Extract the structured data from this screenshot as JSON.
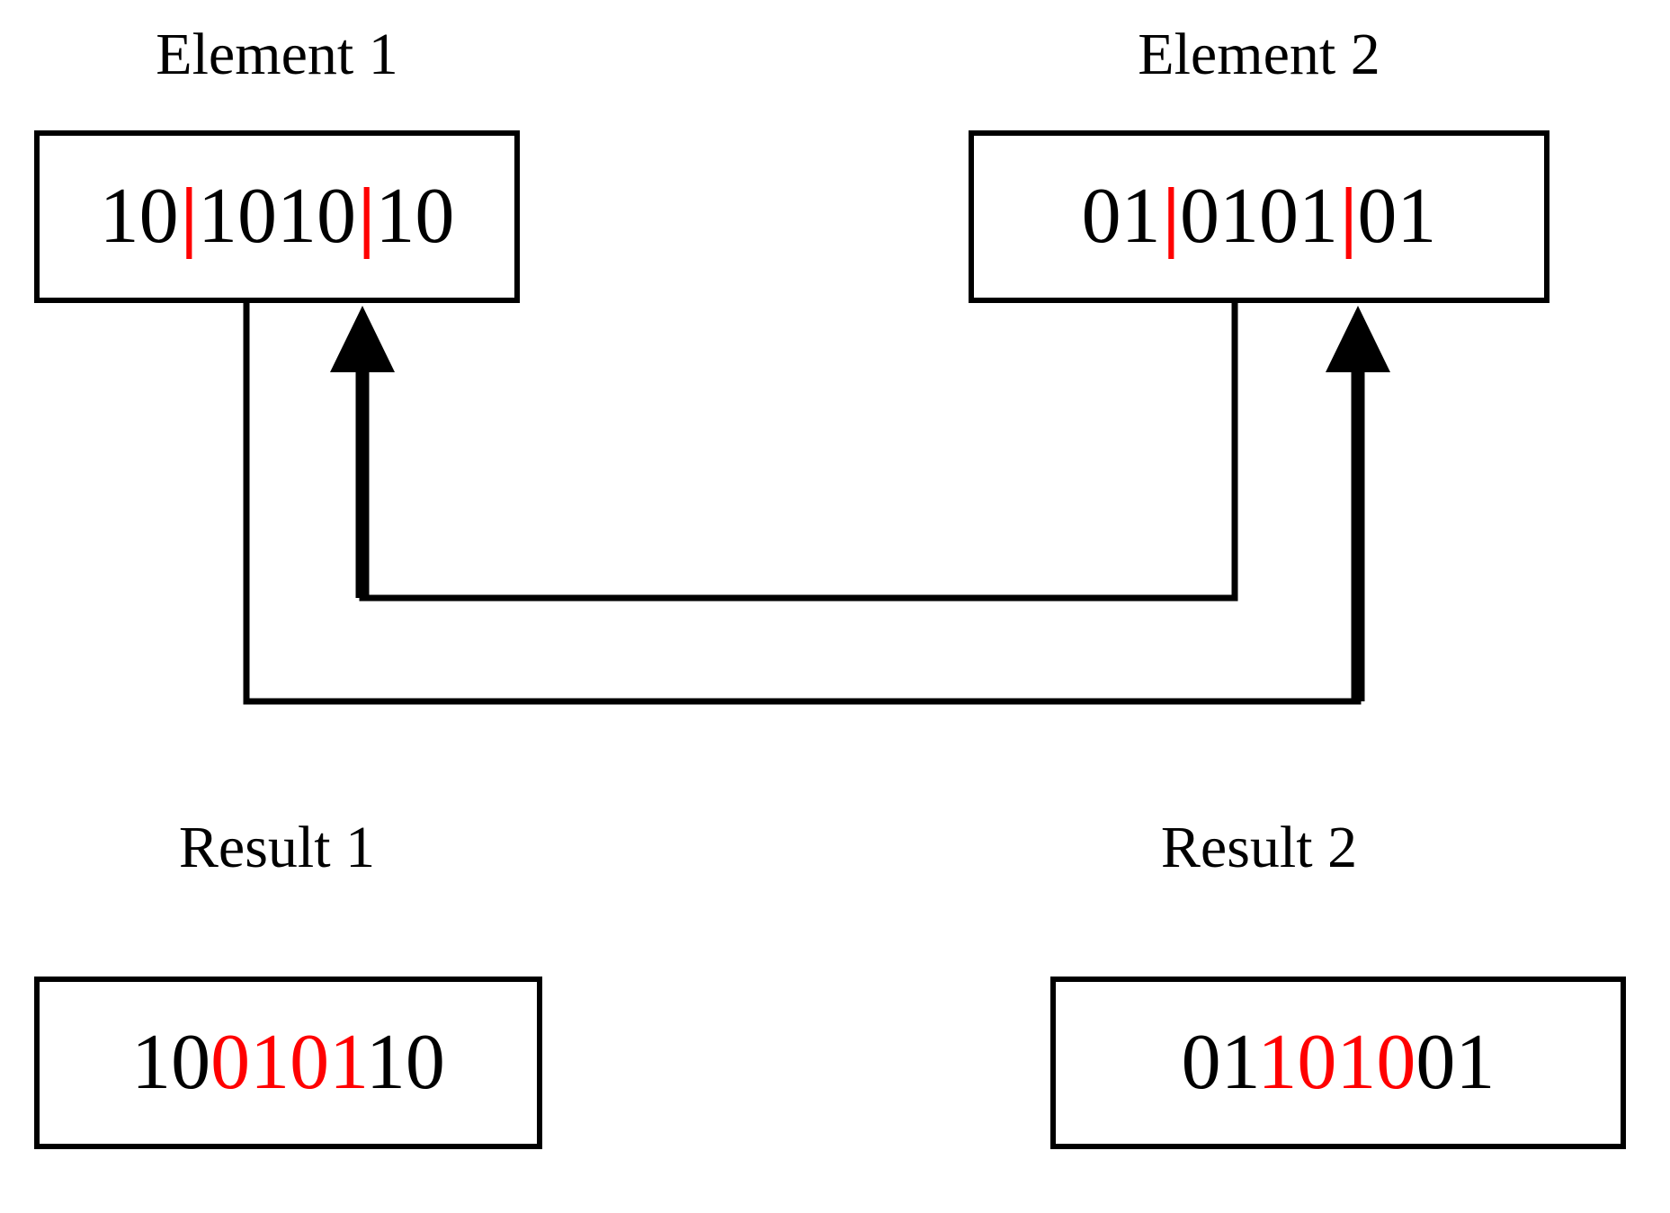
{
  "diagram": {
    "title_element_1": "Element 1",
    "title_element_2": "Element 2",
    "title_result_1": "Result 1",
    "title_result_2": "Result 2",
    "colors": {
      "separator": "#ff0000",
      "crossover_highlight": "#ff0000",
      "stroke": "#000000",
      "background": "#ffffff"
    },
    "element_1": {
      "label": "Element 1",
      "prefix": "10",
      "middle": "1010",
      "suffix": "10",
      "separator": "|",
      "full_string": "10|1010|10"
    },
    "element_2": {
      "label": "Element 2",
      "prefix": "01",
      "middle": "0101",
      "suffix": "01",
      "separator": "|",
      "full_string": "01|0101|01"
    },
    "result_1": {
      "label": "Result 1",
      "prefix": "10",
      "middle": "0101",
      "suffix": "10",
      "full_string": "10010110"
    },
    "result_2": {
      "label": "Result 2",
      "prefix": "01",
      "middle": "1010",
      "suffix": "01",
      "full_string": "01101001"
    },
    "connectors": [
      {
        "name": "element2-to-element1",
        "from": "Element 2",
        "to": "Element 1",
        "arrow": "up"
      },
      {
        "name": "element1-to-element2",
        "from": "Element 1",
        "to": "Element 2",
        "arrow": "up"
      }
    ]
  }
}
